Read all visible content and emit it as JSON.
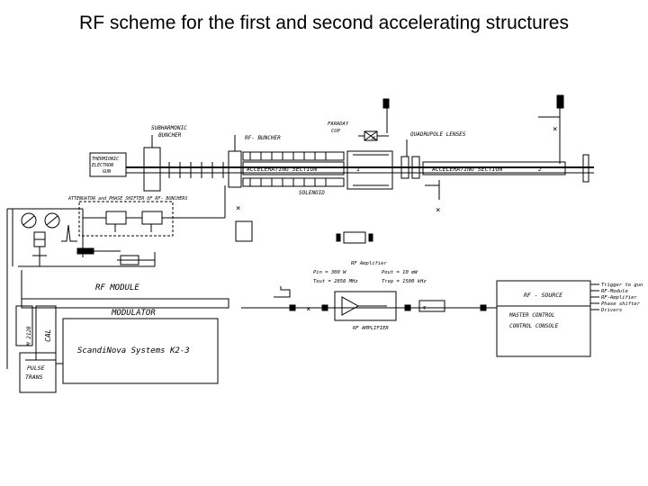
{
  "slide": {
    "title": "RF scheme for the first and second accelerating structures"
  },
  "labels": {
    "subharmonic_buncher": [
      "SUBHARMONIC",
      "BUNCHER"
    ],
    "rf_buncher": "RF- BUNCHER",
    "faraday_cup": [
      "FARADAY",
      "CUP"
    ],
    "quadrupole_lenses": "QUADRUPOLE LENSES",
    "electron_gun": [
      "THERMIONIC",
      "ELECTRON",
      "GUN"
    ],
    "acc_section_1": "ACCELERATING SECTION",
    "acc_section_1_no": "1",
    "acc_section_2": "ACCELERATING SECTION",
    "acc_section_2_no": "2",
    "solenoid": "SOLENOID",
    "attenuator": "ATTENUATOR and PHASE SHIFTER OF RF- BUNCHERS",
    "rf_module": "RF MODULE",
    "modulator": "MODULATOR",
    "scandinova": "ScandiNova Systems K2-3",
    "pulse_trans": [
      "PULSE",
      "TRANS"
    ],
    "load_tag": "CAL",
    "vertical_tag": "M 2128",
    "rf_amplifier_top": "RF Amplifier",
    "rf_params": [
      "Pin = 300 W",
      "Pout = 10 mW",
      "Tout = 2856 MHz",
      "Trep = 1500 kHz"
    ],
    "rf_amplifier_bottom": "RF AMPLIFIER",
    "rf_source": "RF - SOURCE",
    "master_control": [
      "MASTER CONTROL",
      "CONTROL CONSOLE"
    ],
    "outputs": [
      "Trigger to gun",
      "RF-Module",
      "RF-Amplifier",
      "Phase shifter",
      "Drivers"
    ]
  }
}
